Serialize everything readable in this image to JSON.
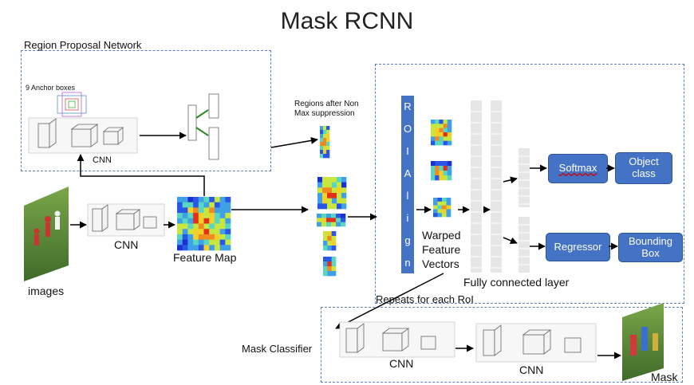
{
  "title": "Mask RCNN",
  "rpn": {
    "label": "Region Proposal Network",
    "anchor_label": "9 Anchor boxes",
    "cnn_label": "CNN"
  },
  "inputs": {
    "images_label": "images",
    "cnn_label": "CNN",
    "feature_map_label": "Feature Map"
  },
  "regions_label": "Regions after Non Max suppression",
  "roi_align": [
    "R",
    "O",
    "I",
    "A",
    "l",
    "i",
    "g",
    "n"
  ],
  "warped_label": "Warped Feature Vectors",
  "fc_label": "Fully connected layer",
  "softmax_label": "Softmax",
  "object_class_label": "Object class",
  "regressor_label": "Regressor",
  "bbox_label": "Bounding Box",
  "repeats_label": "Repeats for each RoI",
  "mask_classifier_label": "Mask Classifier",
  "cnn1_label": "CNN",
  "cnn2_label": "CNN",
  "mask_label": "Mask",
  "colors": {
    "accent": "#4472c4",
    "dashed": "#5b7fbf",
    "fc": "#e6e6e6"
  }
}
